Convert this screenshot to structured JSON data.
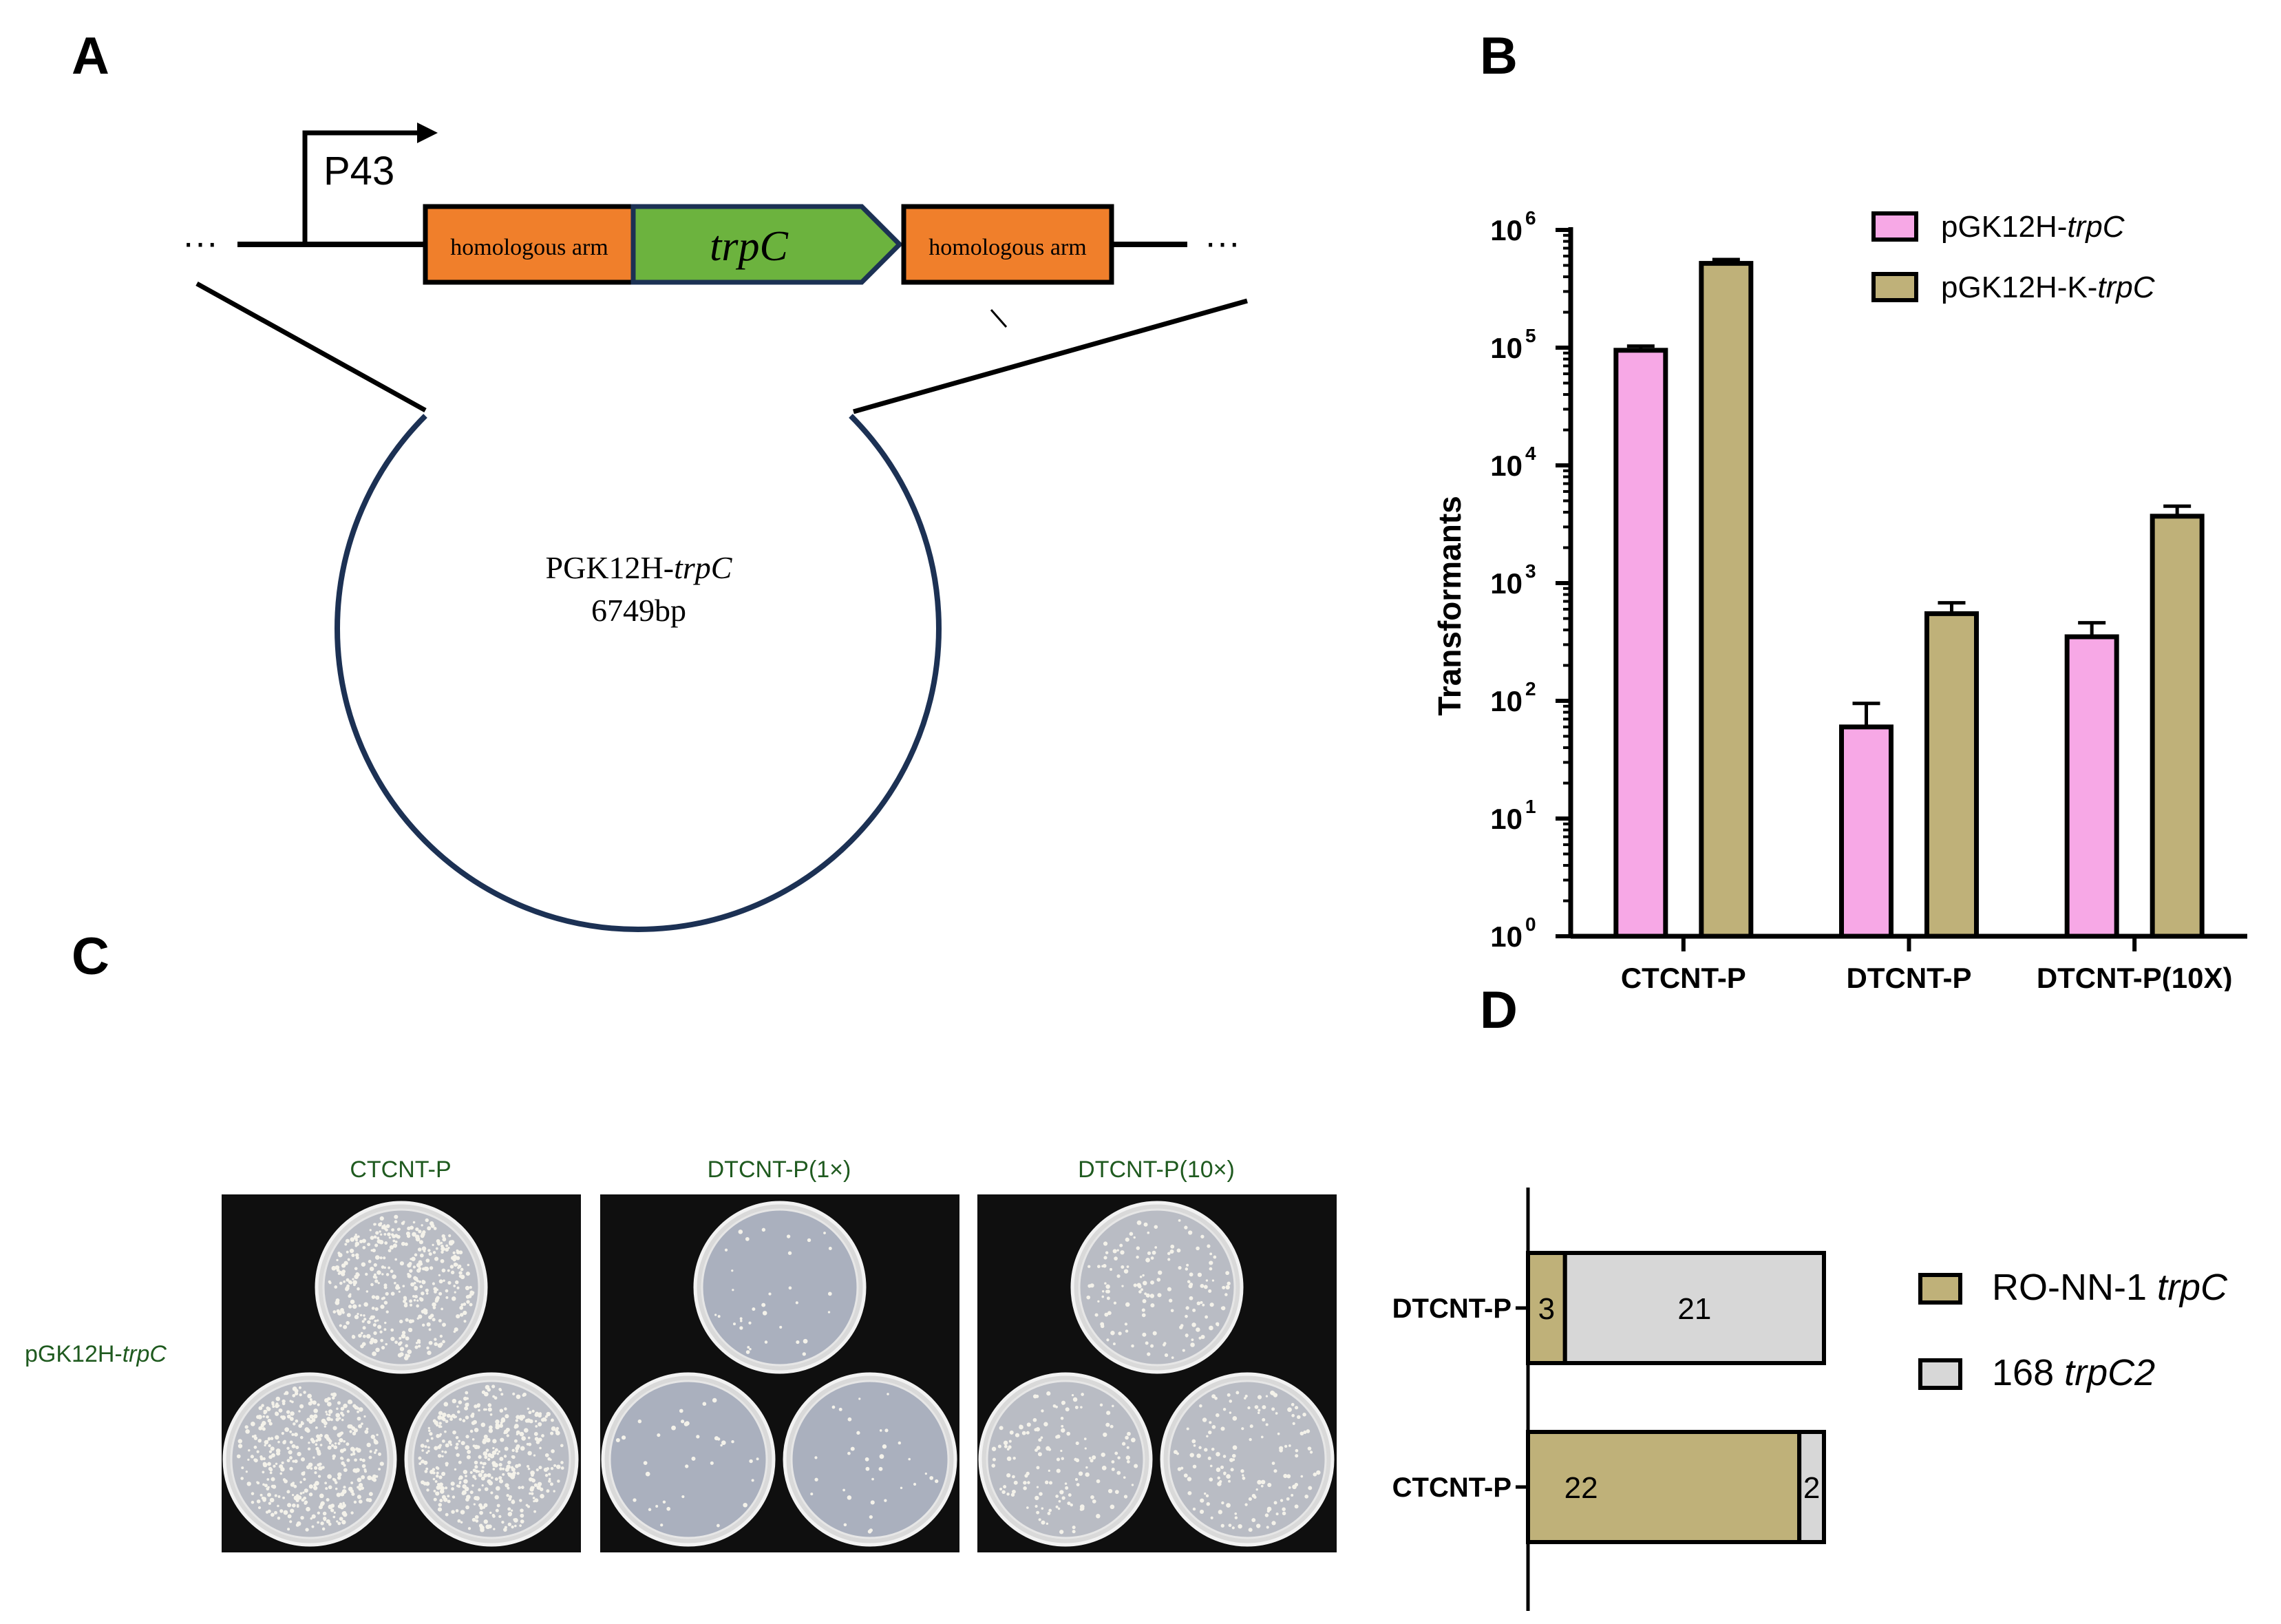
{
  "panels": {
    "a": "A",
    "b": "B",
    "c": "C",
    "d": "D"
  },
  "panel_a": {
    "promoter": "P43",
    "left_dots": "···",
    "right_dots": "···",
    "homologous_arm_left": "homologous arm",
    "gene": "trpC",
    "homologous_arm_right": "homologous arm",
    "plasmid_name_prefix": "PGK12H-",
    "plasmid_name_gene": "trpC",
    "plasmid_size": "6749bp",
    "colors": {
      "arm": "#f07f2b",
      "gene": "#6cb33e",
      "plasmid_ring": "#1c3154"
    }
  },
  "chart_data": [
    {
      "type": "bar",
      "panel": "B",
      "ylabel": "Transformants",
      "yscale": "log",
      "ylim": [
        1,
        1000000
      ],
      "yticks": [
        {
          "value": 1,
          "base": "10",
          "exp": "0"
        },
        {
          "value": 10,
          "base": "10",
          "exp": "1"
        },
        {
          "value": 100,
          "base": "10",
          "exp": "2"
        },
        {
          "value": 1000,
          "base": "10",
          "exp": "3"
        },
        {
          "value": 10000,
          "base": "10",
          "exp": "4"
        },
        {
          "value": 100000,
          "base": "10",
          "exp": "5"
        },
        {
          "value": 1000000,
          "base": "10",
          "exp": "6"
        }
      ],
      "categories": [
        "CTCNT-P",
        "DTCNT-P",
        "DTCNT-P(10X)"
      ],
      "legend_position": "top-right",
      "series": [
        {
          "name_prefix": "pGK12H-",
          "name_gene": "trpC",
          "color": "#f7a8e6",
          "values": [
            95000,
            60,
            350
          ],
          "errors": [
            8000,
            35,
            110
          ]
        },
        {
          "name_prefix": "pGK12H-K-",
          "name_gene": "trpC",
          "color": "#bfb179",
          "values": [
            520000,
            550,
            3700
          ],
          "errors": [
            40000,
            130,
            800
          ]
        }
      ]
    },
    {
      "type": "bar",
      "orientation": "horizontal",
      "stacked": true,
      "panel": "D",
      "categories": [
        "DTCNT-P",
        "CTCNT-P"
      ],
      "legend_position": "right",
      "series": [
        {
          "name_prefix": "RO-NN-1 ",
          "name_gene": "trpC",
          "color": "#bfb179",
          "values": [
            3,
            22
          ]
        },
        {
          "name_prefix": "168 ",
          "name_gene": "trpC2",
          "color": "#d7d7d7",
          "values": [
            21,
            2
          ]
        }
      ]
    }
  ],
  "panel_c": {
    "row_label_prefix": "pGK12H-",
    "row_label_gene": "trpC",
    "plates": [
      {
        "label": "CTCNT-P",
        "colony_density": 1.0
      },
      {
        "label": "DTCNT-P(1×)",
        "colony_density": 0.08
      },
      {
        "label": "DTCNT-P(10×)",
        "colony_density": 0.35
      }
    ]
  }
}
